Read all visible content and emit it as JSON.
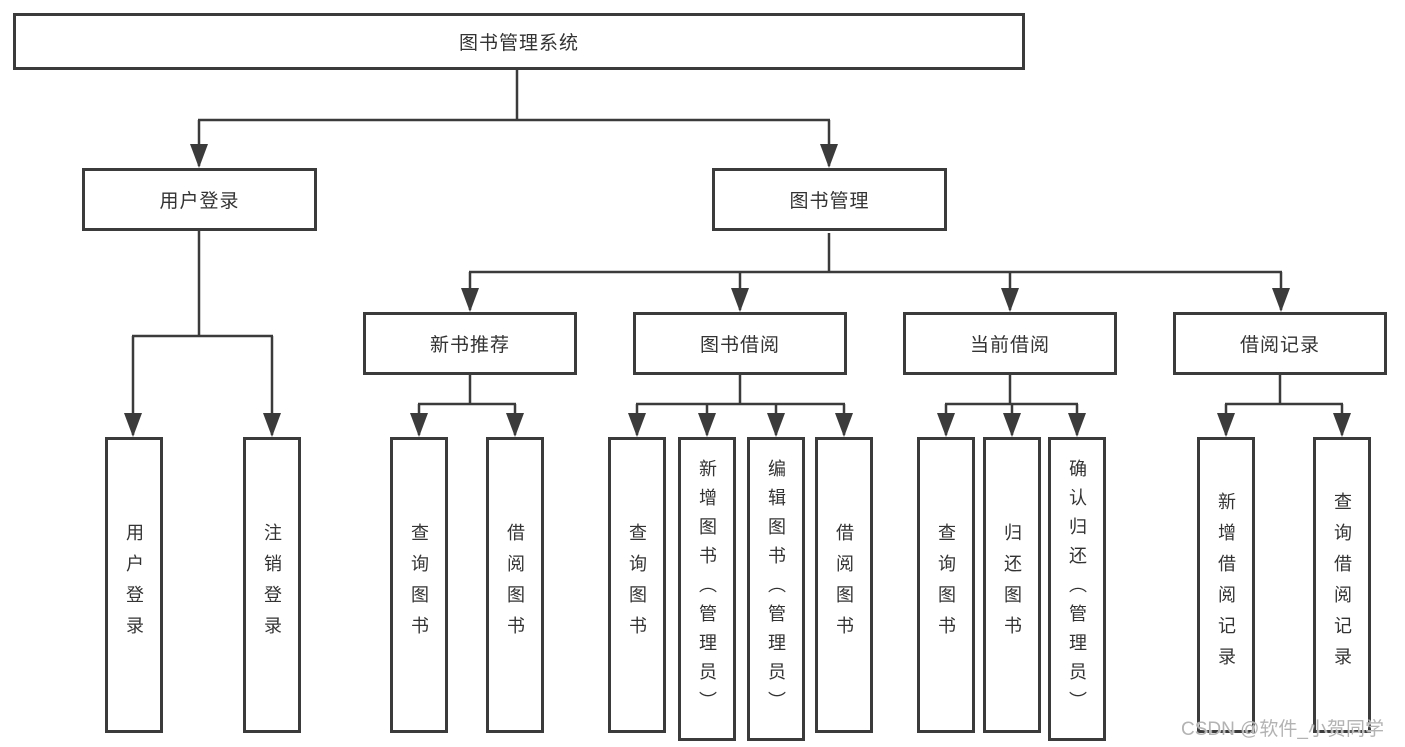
{
  "diagram": {
    "root": {
      "label": "图书管理系统"
    },
    "branches": [
      {
        "label": "用户登录",
        "children": [
          {
            "label": "用户登录"
          },
          {
            "label": "注销登录"
          }
        ]
      },
      {
        "label": "图书管理",
        "children": [
          {
            "label": "新书推荐",
            "children": [
              {
                "label": "查询图书"
              },
              {
                "label": "借阅图书"
              }
            ]
          },
          {
            "label": "图书借阅",
            "children": [
              {
                "label": "查询图书"
              },
              {
                "label": "新增图书（管理员）"
              },
              {
                "label": "编辑图书（管理员）"
              },
              {
                "label": "借阅图书"
              }
            ]
          },
          {
            "label": "当前借阅",
            "children": [
              {
                "label": "查询图书"
              },
              {
                "label": "归还图书"
              },
              {
                "label": "确认归还（管理员）"
              }
            ]
          },
          {
            "label": "借阅记录",
            "children": [
              {
                "label": "新增借阅记录"
              },
              {
                "label": "查询借阅记录"
              }
            ]
          }
        ]
      }
    ]
  },
  "watermark": {
    "text": "CSDN @软件_小贺同学"
  },
  "colors": {
    "line": "#3b3b3b",
    "box_border": "#3b3b3b",
    "text": "#333333",
    "watermark": "#b3b3b3",
    "background": "#ffffff"
  }
}
